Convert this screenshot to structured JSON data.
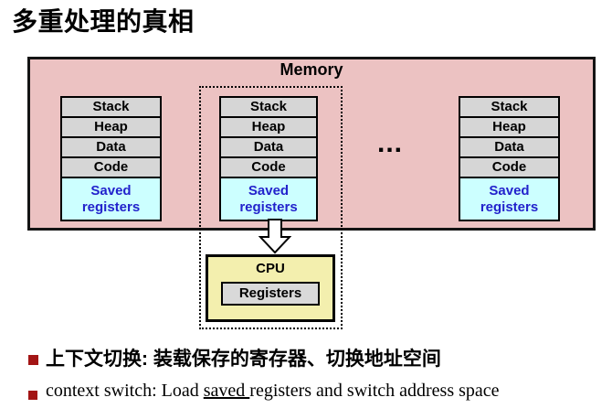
{
  "title": "多重处理的真相",
  "diagram": {
    "memory_label": "Memory",
    "segments": [
      "Stack",
      "Heap",
      "Data",
      "Code"
    ],
    "saved_registers": "Saved registers",
    "ellipsis": "...",
    "cpu_label": "CPU",
    "registers_label": "Registers",
    "colors": {
      "memory_bg": "#ecc2c2",
      "segment_bg": "#d6d6d6",
      "saved_bg": "#ccffff",
      "saved_text": "#2222cc",
      "cpu_bg": "#f3efae",
      "registers_bg": "#d9d9d9",
      "bullet_square": "#a31515"
    }
  },
  "bullets": {
    "cn": "上下文切换: 装载保存的寄存器、切换地址空间",
    "en_prefix": "context switch: Load ",
    "en_underlined": "saved ",
    "en_suffix": "registers and switch address space"
  }
}
